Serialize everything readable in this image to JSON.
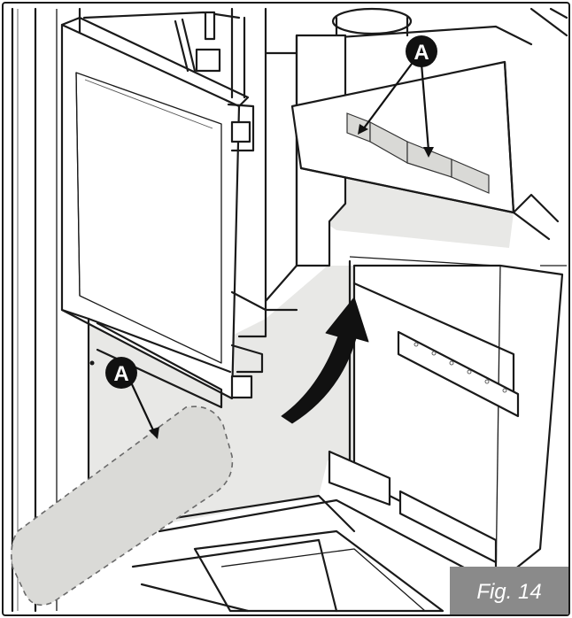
{
  "figure": {
    "label": "Fig. 14",
    "label_bg": "#8a8a8a",
    "arrow_color": "#111111",
    "highlight_fill": "#d9d9d6",
    "callouts": [
      {
        "id": "top",
        "letter": "A"
      },
      {
        "id": "left",
        "letter": "A"
      }
    ]
  }
}
